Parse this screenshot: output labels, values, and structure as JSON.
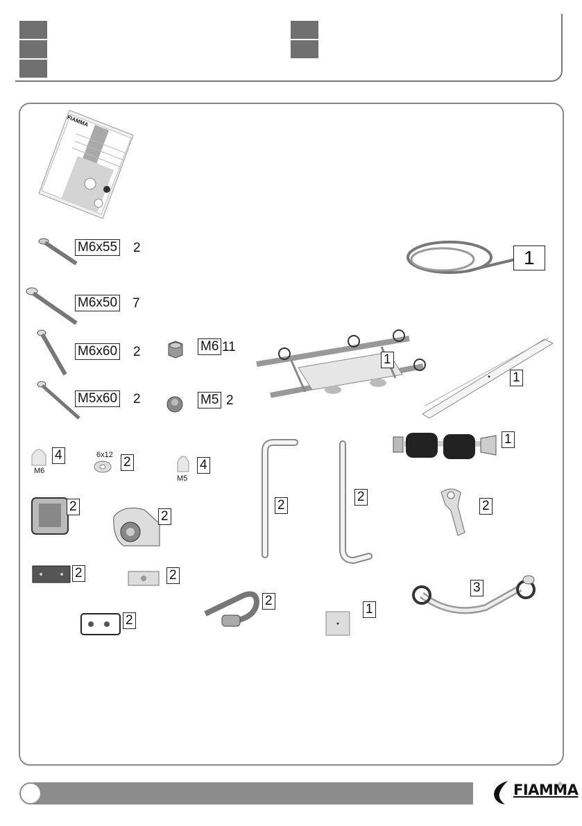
{
  "footer": {
    "brand": "FIAMMA"
  },
  "manual": {
    "brand": "FIAMMA"
  },
  "parts": [
    {
      "label": "M6x55",
      "qty": "2"
    },
    {
      "label": "M6x50",
      "qty": "7"
    },
    {
      "label": "M6x60",
      "qty": "2"
    },
    {
      "label": "M5x60",
      "qty": "2"
    },
    {
      "label": "M6",
      "qty": "11"
    },
    {
      "label": "M5",
      "qty": "2"
    },
    {
      "label": "1",
      "qty": ""
    },
    {
      "label": "1",
      "qty": ""
    },
    {
      "label": "1",
      "qty": ""
    },
    {
      "label": "1",
      "qty": ""
    },
    {
      "label": "4",
      "sub": "M6"
    },
    {
      "label": "2",
      "sub": "6x12"
    },
    {
      "label": "4",
      "sub": "M5"
    },
    {
      "label": "2"
    },
    {
      "label": "2"
    },
    {
      "label": "2"
    },
    {
      "label": "2"
    },
    {
      "label": "2"
    },
    {
      "label": "2"
    },
    {
      "label": "2"
    },
    {
      "label": "2"
    },
    {
      "label": "2"
    },
    {
      "label": "1"
    },
    {
      "label": "3"
    },
    {
      "label": "1"
    }
  ],
  "colors": {
    "header_square": "#707070",
    "frame": "#888888",
    "footer_bar": "#8c8c8c"
  }
}
